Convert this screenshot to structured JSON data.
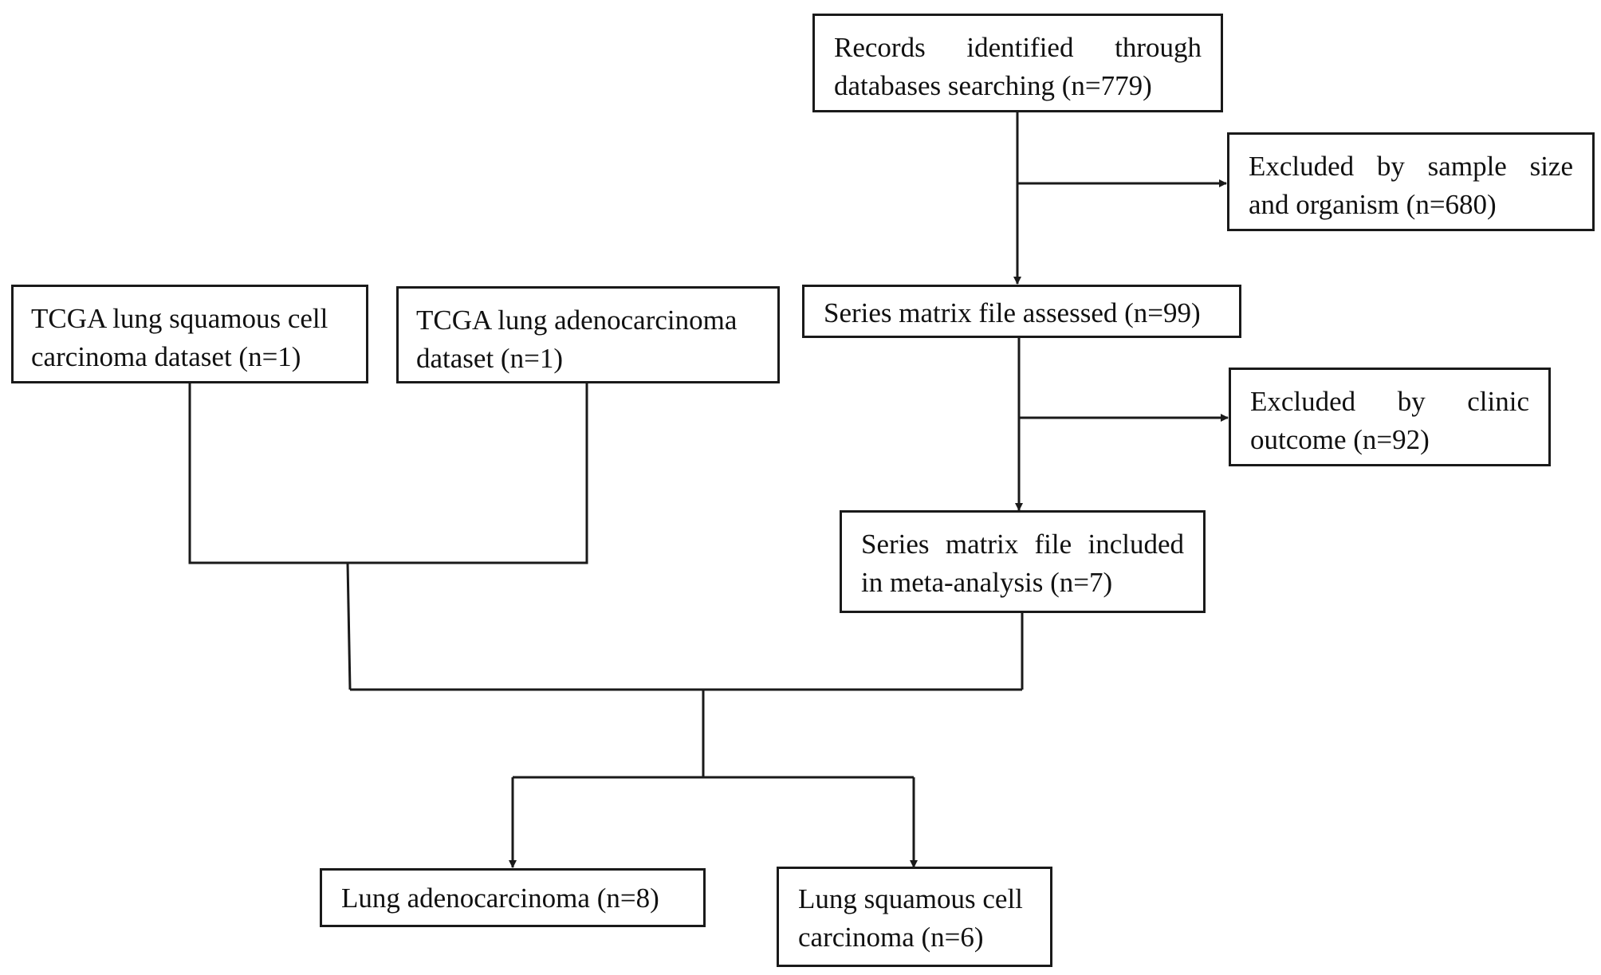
{
  "nodes": {
    "records_identified": {
      "line1": "Records identified through",
      "line2": "databases searching (n=779)"
    },
    "excluded_sample_size": {
      "line1": "Excluded by sample size",
      "line2": "and organism (n=680)"
    },
    "tcga_lusc": {
      "line1": "TCGA lung squamous cell",
      "line2": "carcinoma dataset (n=1)"
    },
    "tcga_luad": {
      "line1": "TCGA lung adenocarcinoma",
      "line2": "dataset (n=1)"
    },
    "series_assessed": {
      "line1": "Series matrix file assessed (n=99)"
    },
    "excluded_clinic": {
      "line1": "Excluded by clinic",
      "line2": "outcome (n=92)"
    },
    "series_included": {
      "line1": "Series matrix file included",
      "line2": "in meta-analysis (n=7)"
    },
    "lung_adeno": {
      "line1": "Lung adenocarcinoma (n=8)"
    },
    "lung_squamous": {
      "line1": "Lung squamous cell",
      "line2": "carcinoma (n=6)"
    }
  },
  "colors": {
    "stroke": "#1a1a1a",
    "text": "#111111",
    "background": "#ffffff"
  }
}
